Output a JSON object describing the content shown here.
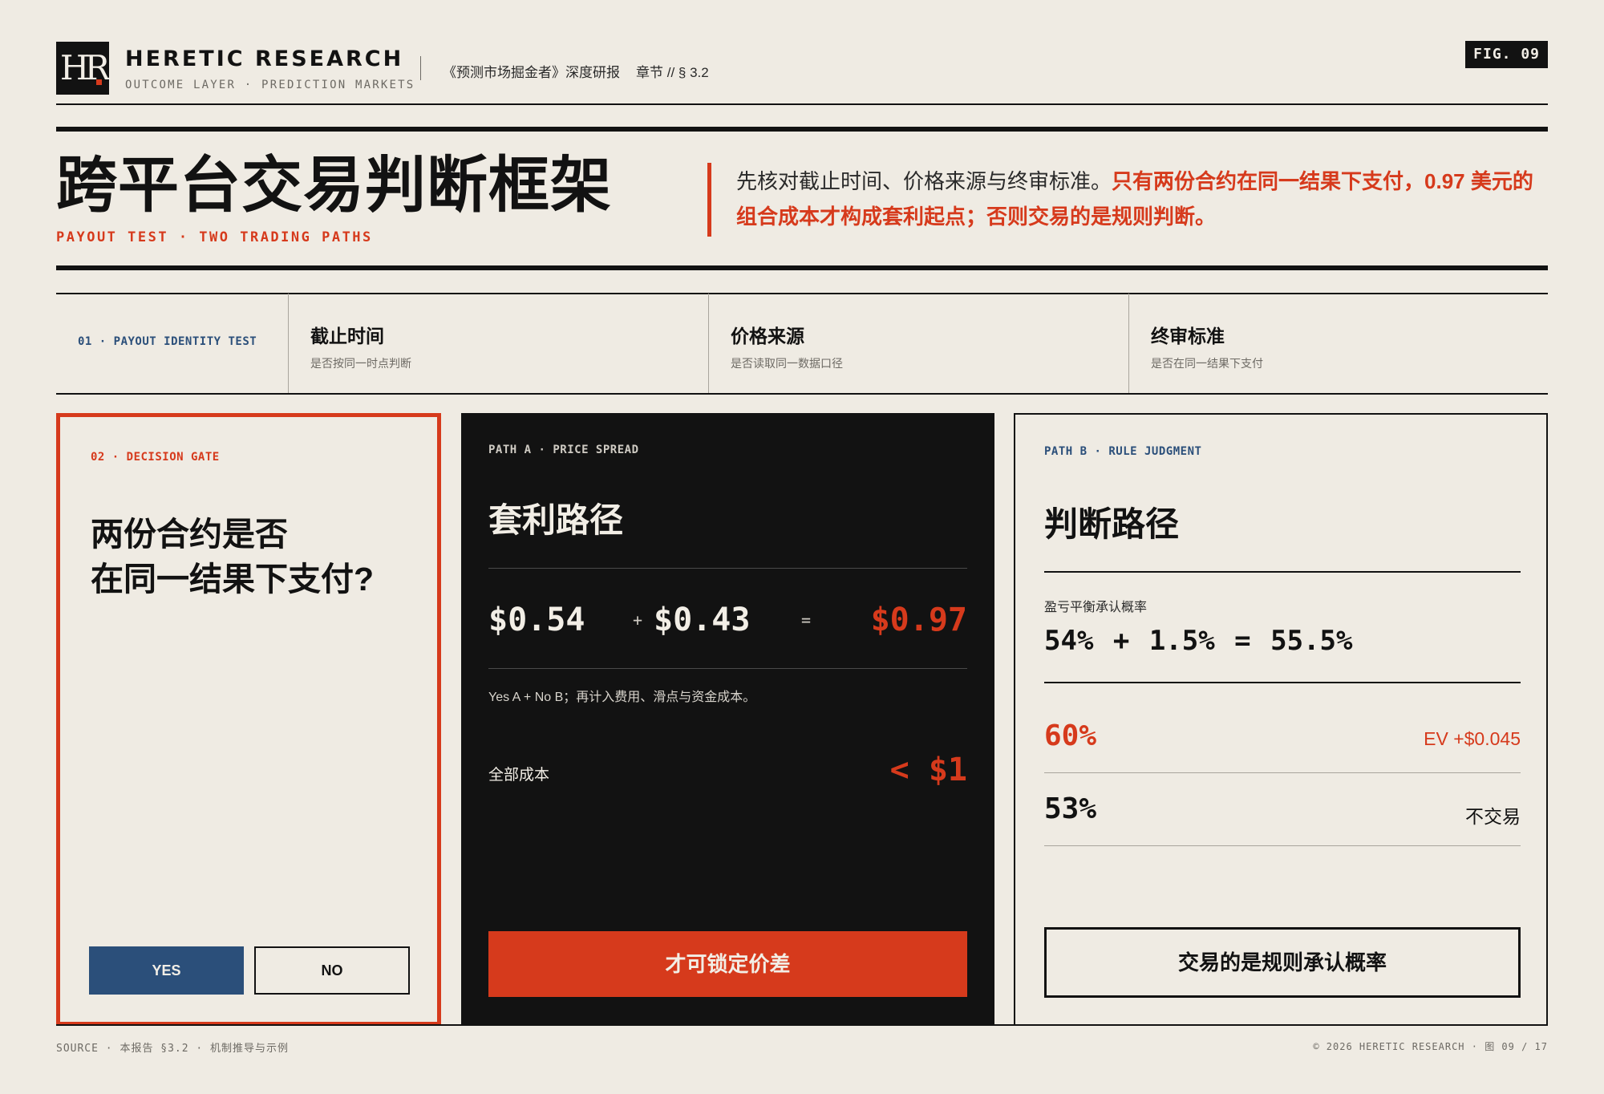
{
  "header": {
    "logo_text": "HR",
    "brand_name": "HERETIC RESEARCH",
    "brand_sub": "OUTCOME LAYER · PREDICTION MARKETS",
    "report": "《预测市场掘金者》深度研报",
    "chapter": "章节 // § 3.2",
    "fig_badge": "FIG. 09"
  },
  "title_block": {
    "title": "跨平台交易判断框架",
    "subtitle": "PAYOUT TEST · TWO TRADING PATHS",
    "lead_normal": "先核对截止时间、价格来源与终审标准。",
    "lead_highlight": "只有两份合约在同一结果下支付，0.97 美元的组合成本才构成套利起点；否则交易的是规则判断。"
  },
  "payout_test": {
    "label": "01 · PAYOUT IDENTITY TEST",
    "items": [
      {
        "title": "截止时间",
        "desc": "是否按同一时点判断"
      },
      {
        "title": "价格来源",
        "desc": "是否读取同一数据口径"
      },
      {
        "title": "终审标准",
        "desc": "是否在同一结果下支付"
      }
    ]
  },
  "gate": {
    "eyebrow": "02 · DECISION GATE",
    "question_line1": "两份合约是否",
    "question_line2": "在同一结果下支付?",
    "yes_label": "YES",
    "no_label": "NO"
  },
  "path_a": {
    "eyebrow": "PATH A · PRICE SPREAD",
    "heading": "套利路径",
    "value_a": "$0.54",
    "plus": "+",
    "value_b": "$0.43",
    "equals": "=",
    "total": "$0.97",
    "note": "Yes A + No B；再计入费用、滑点与资金成本。",
    "cost_label": "全部成本",
    "cost_value": "< $1",
    "cta": "才可锁定价差"
  },
  "path_b": {
    "eyebrow": "PATH B · RULE JUDGMENT",
    "heading": "判断路径",
    "breakeven_label": "盈亏平衡承认概率",
    "breakeven_eq": "54% + 1.5% = 55.5%",
    "rows": [
      {
        "prob": "60%",
        "result": "EV +$0.045"
      },
      {
        "prob": "53%",
        "result": "不交易"
      }
    ],
    "cta": "交易的是规则承认概率"
  },
  "footer": {
    "left": "SOURCE · 本报告 §3.2 · 机制推导与示例",
    "right": "© 2026 HERETIC RESEARCH · 图 09 / 17"
  },
  "colors": {
    "background": "#efebe3",
    "ink": "#121212",
    "accent_red": "#d63a1c",
    "accent_blue": "#2b4f7a"
  }
}
